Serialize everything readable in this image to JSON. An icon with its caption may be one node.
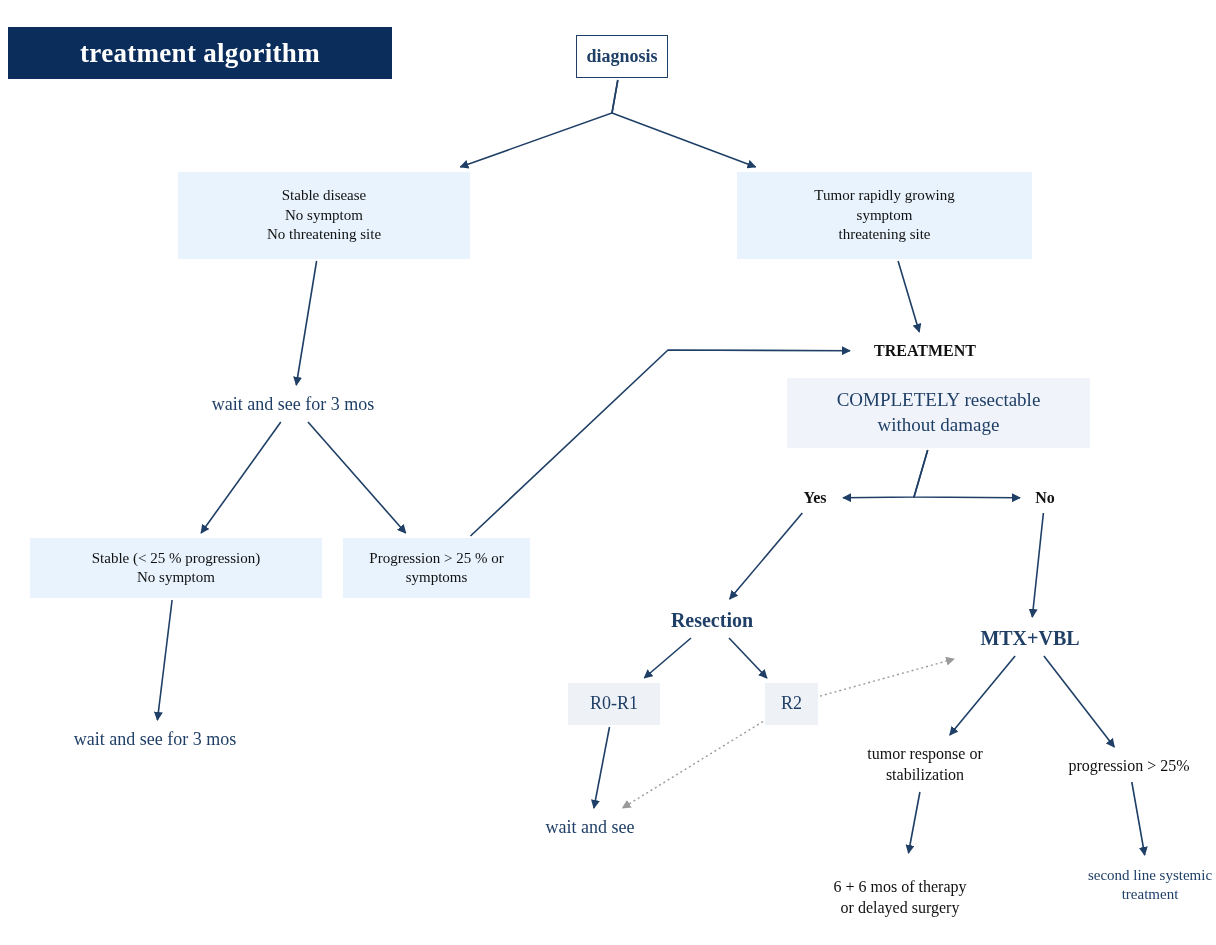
{
  "diagram": {
    "title": "treatment algorithm",
    "nodes": [
      {
        "text": [
          "diagnosis"
        ]
      },
      {
        "text": [
          "Stable disease",
          "No symptom",
          "No threatening site"
        ]
      },
      {
        "text": [
          "Tumor rapidly growing",
          "symptom",
          "threatening site"
        ]
      },
      {
        "text": [
          "wait and see for 3 mos"
        ]
      },
      {
        "text": [
          "TREATMENT"
        ]
      },
      {
        "text": [
          "COMPLETELY resectable without damage"
        ]
      },
      {
        "text": [
          "Yes"
        ]
      },
      {
        "text": [
          "No"
        ]
      },
      {
        "text": [
          "Stable (< 25 % progression)",
          "No symptom"
        ]
      },
      {
        "text": [
          "Progression > 25 % or symptoms"
        ]
      },
      {
        "text": [
          "Resection"
        ]
      },
      {
        "text": [
          "MTX+VBL"
        ]
      },
      {
        "text": [
          "R0-R1"
        ]
      },
      {
        "text": [
          "R2"
        ]
      },
      {
        "text": [
          "wait and see for 3 mos"
        ]
      },
      {
        "text": [
          "wait and see"
        ]
      },
      {
        "text": [
          "tumor response or stabilization"
        ]
      },
      {
        "text": [
          "progression > 25%"
        ]
      },
      {
        "text": [
          "6 + 6 mos of therapy or delayed surgery"
        ]
      },
      {
        "text": [
          "second line systemic treatment"
        ]
      }
    ],
    "edges": [
      {
        "from": 0,
        "to": 1,
        "arrow": "to"
      },
      {
        "from": 0,
        "to": 2,
        "arrow": "to"
      },
      {
        "from": 1,
        "to": 3,
        "arrow": "to"
      },
      {
        "from": 2,
        "to": 4,
        "arrow": "to"
      },
      {
        "from": 3,
        "to": 8,
        "arrow": "to"
      },
      {
        "from": 3,
        "to": 9,
        "arrow": "to"
      },
      {
        "from": 9,
        "to": 4,
        "arrow": "to"
      },
      {
        "from": 5,
        "to": 6,
        "arrow": "to"
      },
      {
        "from": 5,
        "to": 7,
        "arrow": "to"
      },
      {
        "from": 8,
        "to": 14,
        "arrow": "to"
      },
      {
        "from": 6,
        "to": 10,
        "arrow": "to"
      },
      {
        "from": 7,
        "to": 11,
        "arrow": "to"
      },
      {
        "from": 10,
        "to": 12,
        "arrow": "to"
      },
      {
        "from": 10,
        "to": 13,
        "arrow": "to"
      },
      {
        "from": 13,
        "to": 11,
        "arrow": "to",
        "style": "dashed",
        "color": "#9a9a9a"
      },
      {
        "from": 12,
        "to": 15,
        "arrow": "to"
      },
      {
        "from": 13,
        "to": 15,
        "arrow": "to",
        "style": "dashed",
        "color": "#9a9a9a"
      },
      {
        "from": 11,
        "to": 16,
        "arrow": "to"
      },
      {
        "from": 11,
        "to": 17,
        "arrow": "to"
      },
      {
        "from": 16,
        "to": 18,
        "arrow": "to"
      },
      {
        "from": 17,
        "to": 19,
        "arrow": "to"
      }
    ]
  }
}
